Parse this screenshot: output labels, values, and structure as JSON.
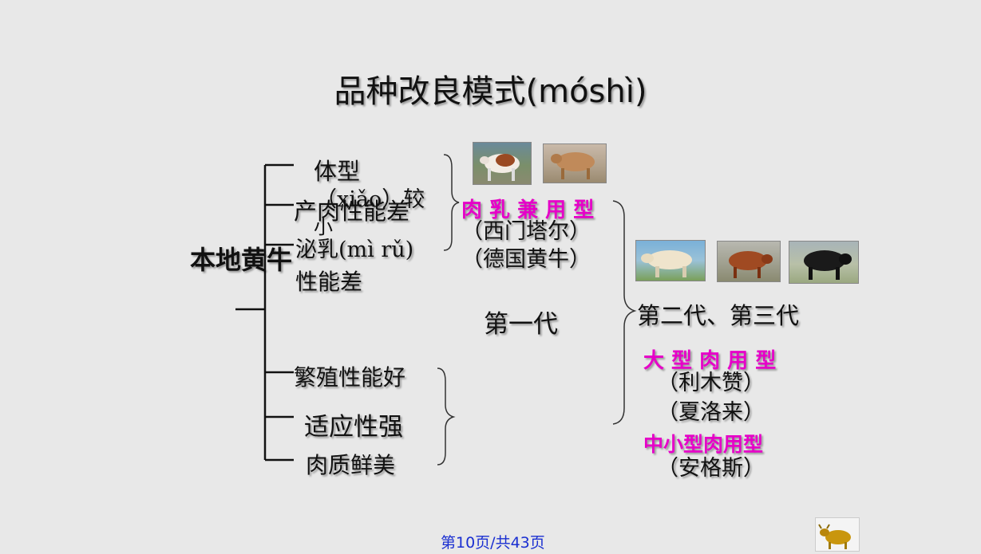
{
  "title": "品种改良模式(móshì)",
  "root": "本地黄牛",
  "left_traits": {
    "body_type": "体型",
    "body_type_overlap": "（xiǎo）较",
    "small": "小",
    "meat": "产肉性能差",
    "milk": "泌乳(mì rǔ)",
    "milk_perf": "性能差",
    "breeding": "繁殖性能好",
    "adapt": "适应性强",
    "quality": "肉质鲜美"
  },
  "gen1": {
    "type_label": "肉 乳 兼 用 型",
    "breed1": "（西门塔尔）",
    "breed2": "（德国黄牛）",
    "generation": "第一代"
  },
  "gen23": {
    "generation": "第二代、第三代",
    "type_large": "大 型 肉 用 型",
    "breed1": "（利木赞）",
    "breed2": "（夏洛来）",
    "type_mid": "中小型肉用型",
    "breed3": "（安格斯）"
  },
  "footer": "第10页/共43页",
  "colors": {
    "accent": "#e600c8",
    "footer": "#1a2fd1"
  }
}
